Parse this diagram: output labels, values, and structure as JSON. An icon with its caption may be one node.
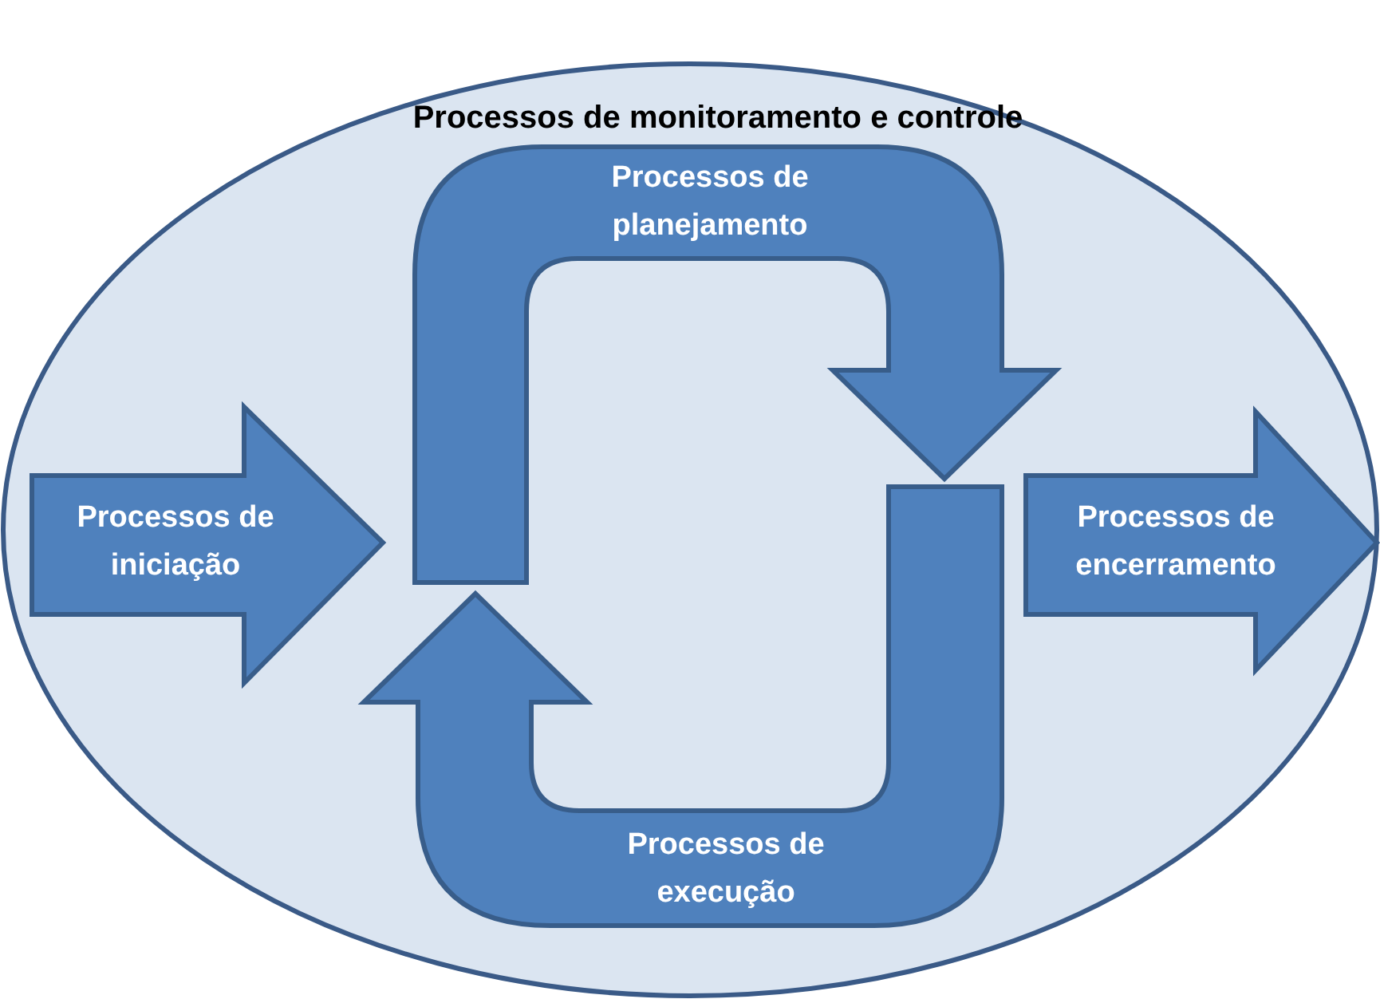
{
  "diagram": {
    "nodes": [
      {
        "text": [
          "Processos de monitoramento e controle"
        ]
      },
      {
        "text": [
          "Processos de iniciação"
        ],
        "in": 0
      },
      {
        "text": [
          "Processos de planejamento"
        ],
        "in": 0
      },
      {
        "text": [
          "Processos de execução"
        ],
        "in": 0
      },
      {
        "text": [
          "Processos de encerramento"
        ],
        "in": 0
      }
    ]
  }
}
